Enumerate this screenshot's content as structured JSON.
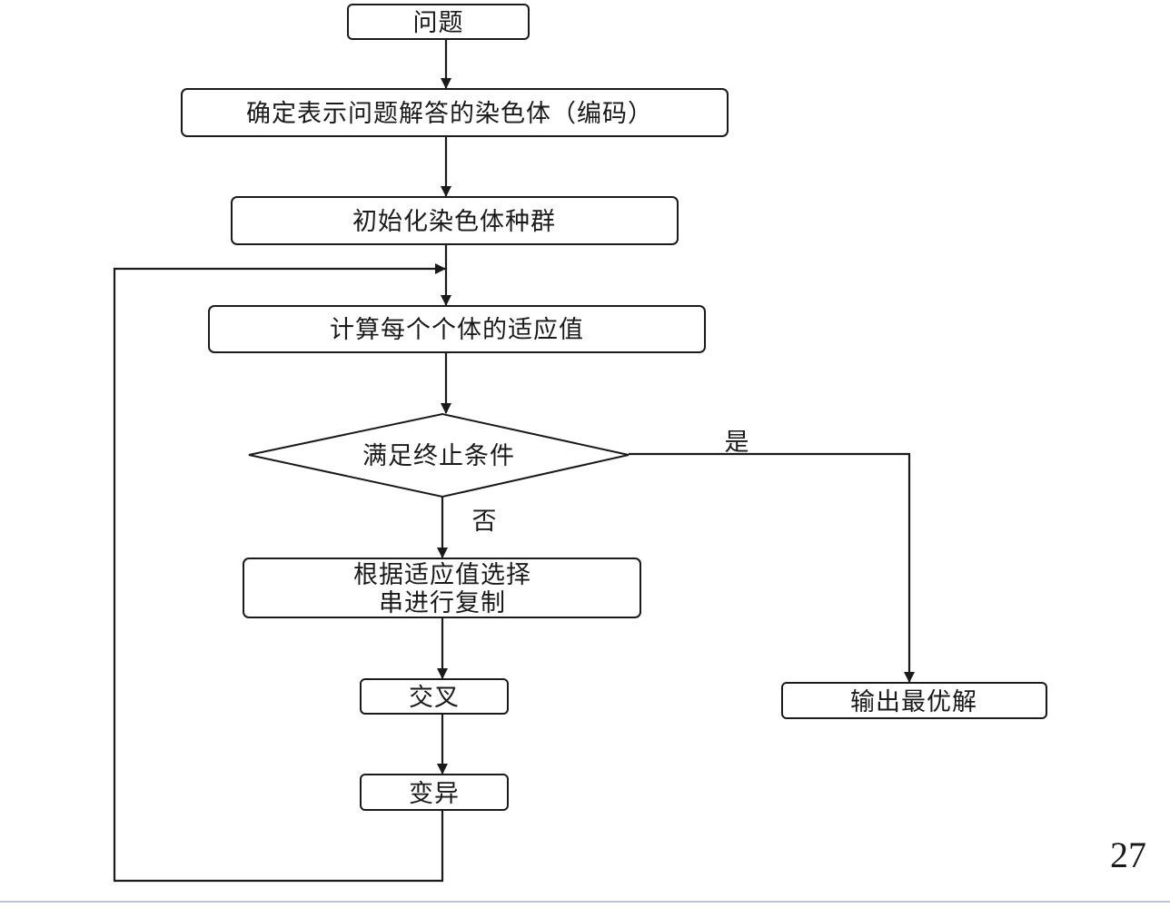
{
  "diagram": {
    "nodes": {
      "problem": "问题",
      "encode": "确定表示问题解答的染色体（编码）",
      "init": "初始化染色体种群",
      "fitness": "计算每个个体的适应值",
      "terminate": "满足终止条件",
      "select_line1": "根据适应值选择",
      "select_line2": "串进行复制",
      "crossover": "交叉",
      "mutation": "变异",
      "output": "输出最优解"
    },
    "edge_labels": {
      "yes": "是",
      "no": "否"
    }
  },
  "footer": {
    "page_number": "27"
  }
}
